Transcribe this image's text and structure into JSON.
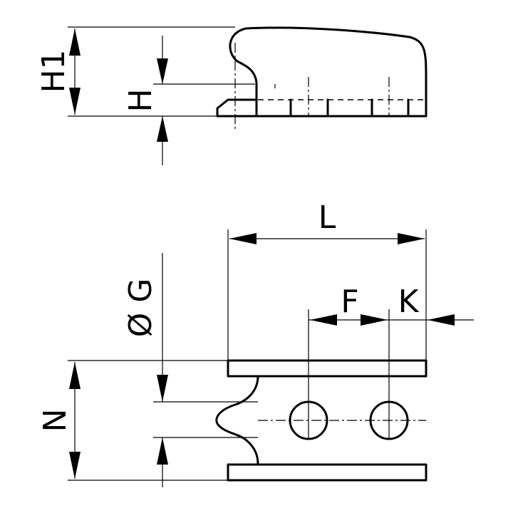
{
  "labels": {
    "h1": "H1",
    "h": "H",
    "l": "L",
    "g": "Ø G",
    "f": "F",
    "k": "K",
    "n": "N"
  }
}
